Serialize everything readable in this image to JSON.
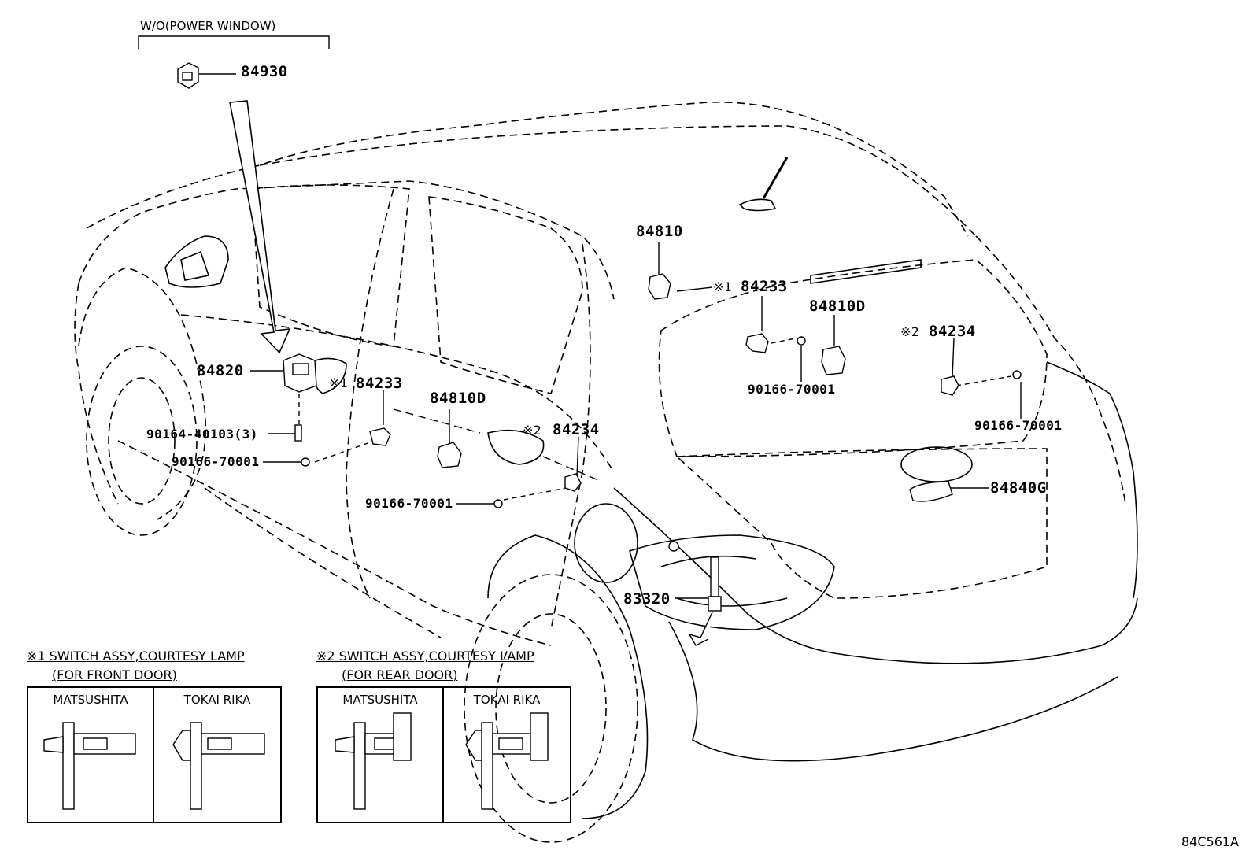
{
  "header": {
    "variant_note": "W/O(POWER WINDOW)"
  },
  "parts": {
    "p84930": "84930",
    "p84820": "84820",
    "p84810": "84810",
    "p84810d_door": "84810D",
    "p84810d_rear": "84810D",
    "p84233_front_mark": "※1",
    "p84233_front": "84233",
    "p84233_rear_mark": "※1",
    "p84233_rear": "84233",
    "p84234_door_mark": "※2",
    "p84234_door": "84234",
    "p84234_rear_mark": "※2",
    "p84234_rear": "84234",
    "p90164": "90164-40103(3)",
    "p90166_a": "90166-70001",
    "p90166_b": "90166-70001",
    "p90166_c": "90166-70001",
    "p90166_d": "90166-70001",
    "p84840g": "84840G",
    "p83320": "83320"
  },
  "legend": {
    "front": {
      "heading": "※1 SWITCH ASSY,COURTESY LAMP",
      "sub": "(FOR FRONT DOOR)",
      "col1": "MATSUSHITA",
      "col2": "TOKAI RIKA"
    },
    "rear": {
      "heading": "※2 SWITCH ASSY,COURTESY LAMP",
      "sub": "(FOR REAR DOOR)",
      "col1": "MATSUSHITA",
      "col2": "TOKAI RIKA"
    }
  },
  "figure_code": "84C561A"
}
